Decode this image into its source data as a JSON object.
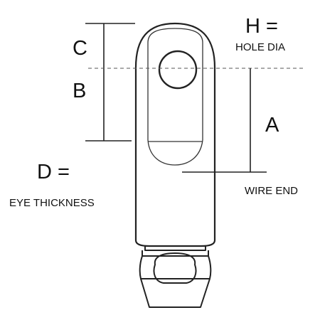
{
  "labels": {
    "c": "C",
    "b": "B",
    "a": "A",
    "h": "H =",
    "hole_dia": "HOLE DIA",
    "d": "D =",
    "eye_thickness": "EYE THICKNESS",
    "wire_end": "WIRE END"
  },
  "colors": {
    "ink": "#111111",
    "line": "#222222",
    "guide": "#555555",
    "background": "#ffffff"
  }
}
